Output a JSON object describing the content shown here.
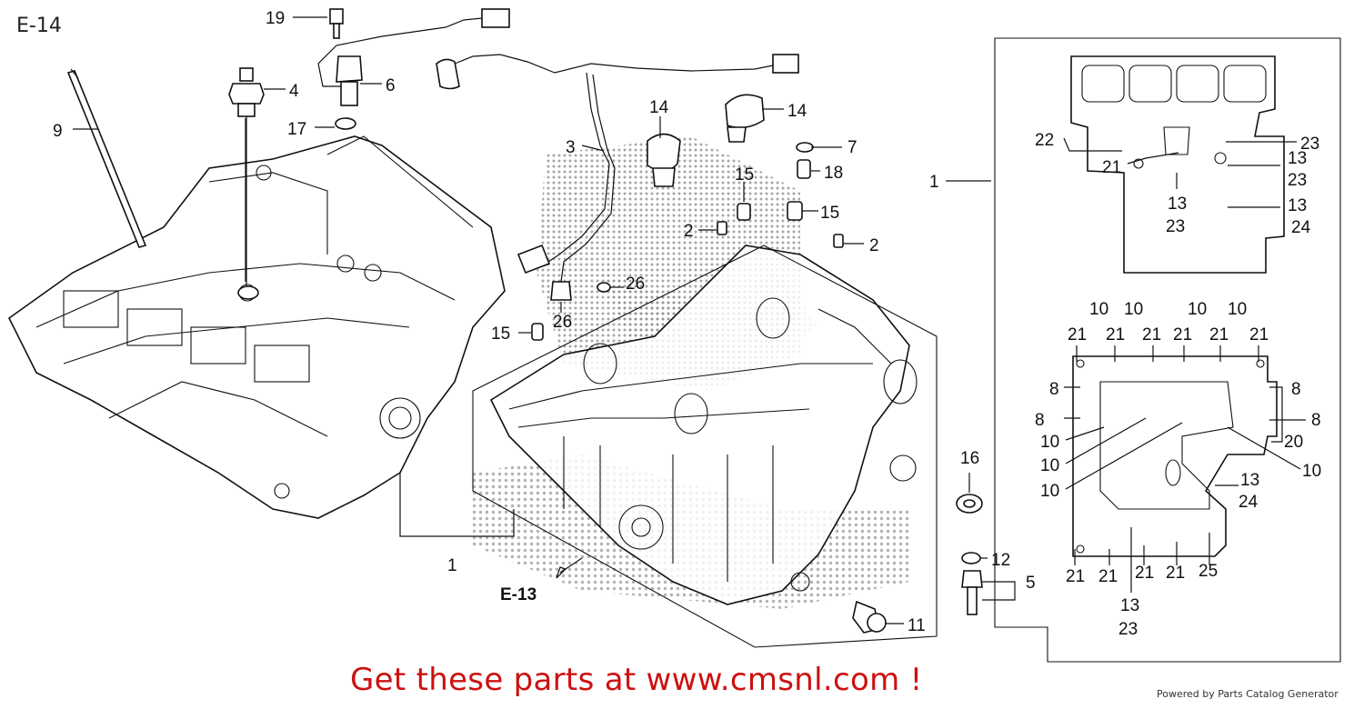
{
  "page": {
    "title": "E-14",
    "promo_text": "Get these parts at www.cmsnl.com !",
    "credit_text": "Powered by Parts Catalog Generator"
  },
  "reference": {
    "label": "E-13"
  },
  "callouts": [
    {
      "id": "c19",
      "text": "19"
    },
    {
      "id": "c4",
      "text": "4"
    },
    {
      "id": "c6",
      "text": "6"
    },
    {
      "id": "c9",
      "text": "9"
    },
    {
      "id": "c17",
      "text": "17"
    },
    {
      "id": "c3",
      "text": "3"
    },
    {
      "id": "c14a",
      "text": "14"
    },
    {
      "id": "c14b",
      "text": "14"
    },
    {
      "id": "c7",
      "text": "7"
    },
    {
      "id": "c18",
      "text": "18"
    },
    {
      "id": "c15a",
      "text": "15"
    },
    {
      "id": "c15b",
      "text": "15"
    },
    {
      "id": "c2a",
      "text": "2"
    },
    {
      "id": "c2b",
      "text": "2"
    },
    {
      "id": "c26a",
      "text": "26"
    },
    {
      "id": "c26b",
      "text": "26"
    },
    {
      "id": "c15c",
      "text": "15"
    },
    {
      "id": "c1a",
      "text": "1"
    },
    {
      "id": "c1b",
      "text": "1"
    },
    {
      "id": "c16",
      "text": "16"
    },
    {
      "id": "c12",
      "text": "12"
    },
    {
      "id": "c5",
      "text": "5"
    },
    {
      "id": "c11",
      "text": "11"
    }
  ],
  "gasket_upper_labels": [
    {
      "id": "u22",
      "text": "22"
    },
    {
      "id": "u23a",
      "text": "23"
    },
    {
      "id": "u21",
      "text": "21"
    },
    {
      "id": "u13a",
      "text": "13"
    },
    {
      "id": "u23b",
      "text": "23"
    },
    {
      "id": "u13b",
      "text": "13"
    },
    {
      "id": "u23c",
      "text": "23"
    },
    {
      "id": "u13c",
      "text": "13"
    },
    {
      "id": "u24",
      "text": "24"
    }
  ],
  "gasket_lower_labels": [
    {
      "id": "l10a",
      "text": "10"
    },
    {
      "id": "l10b",
      "text": "10"
    },
    {
      "id": "l10c",
      "text": "10"
    },
    {
      "id": "l10d",
      "text": "10"
    },
    {
      "id": "l21a",
      "text": "21"
    },
    {
      "id": "l21b",
      "text": "21"
    },
    {
      "id": "l21c",
      "text": "21"
    },
    {
      "id": "l21d",
      "text": "21"
    },
    {
      "id": "l21e",
      "text": "21"
    },
    {
      "id": "l21f",
      "text": "21"
    },
    {
      "id": "l8a",
      "text": "8"
    },
    {
      "id": "l8b",
      "text": "8"
    },
    {
      "id": "l8c",
      "text": "8"
    },
    {
      "id": "l8d",
      "text": "8"
    },
    {
      "id": "l20",
      "text": "20"
    },
    {
      "id": "l10e",
      "text": "10"
    },
    {
      "id": "l10f",
      "text": "10"
    },
    {
      "id": "l10g",
      "text": "10"
    },
    {
      "id": "l10h",
      "text": "10"
    },
    {
      "id": "l13a",
      "text": "13"
    },
    {
      "id": "l24",
      "text": "24"
    },
    {
      "id": "l21g",
      "text": "21"
    },
    {
      "id": "l21h",
      "text": "21"
    },
    {
      "id": "l21i",
      "text": "21"
    },
    {
      "id": "l21j",
      "text": "21"
    },
    {
      "id": "l25",
      "text": "25"
    },
    {
      "id": "l13b",
      "text": "13"
    },
    {
      "id": "l23",
      "text": "23"
    }
  ],
  "colors": {
    "promo": "#cc1111",
    "ink": "#111111",
    "halftone": "#8a8a8a"
  }
}
